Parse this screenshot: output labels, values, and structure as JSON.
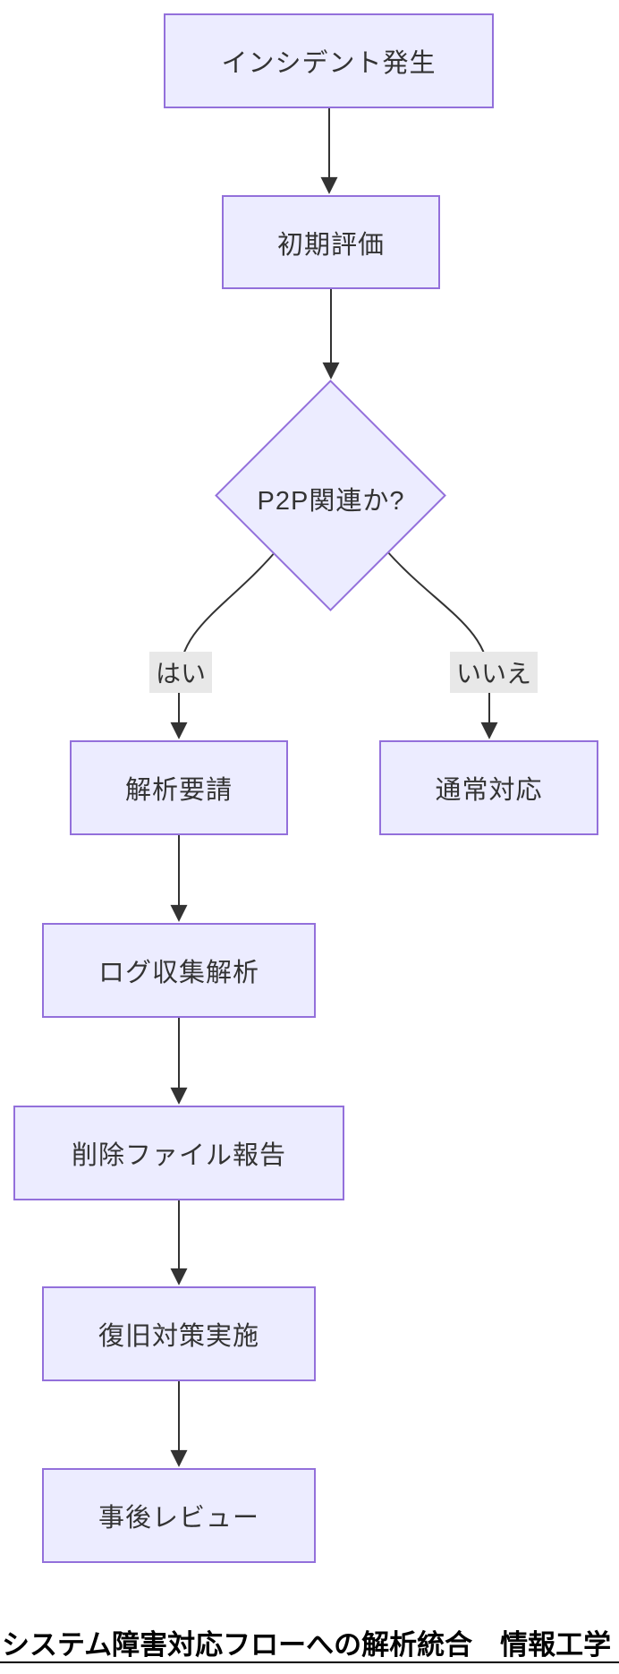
{
  "diagram": {
    "type": "flowchart",
    "direction": "top-down",
    "nodes": [
      {
        "id": "incident",
        "shape": "rect",
        "label": "インシデント発生"
      },
      {
        "id": "initial",
        "shape": "rect",
        "label": "初期評価"
      },
      {
        "id": "decision",
        "shape": "diamond",
        "label": "P2P関連か?"
      },
      {
        "id": "analysis",
        "shape": "rect",
        "label": "解析要請"
      },
      {
        "id": "normal",
        "shape": "rect",
        "label": "通常対応"
      },
      {
        "id": "log",
        "shape": "rect",
        "label": "ログ収集解析"
      },
      {
        "id": "deleted",
        "shape": "rect",
        "label": "削除ファイル報告"
      },
      {
        "id": "recovery",
        "shape": "rect",
        "label": "復旧対策実施"
      },
      {
        "id": "review",
        "shape": "rect",
        "label": "事後レビュー"
      }
    ],
    "edges": [
      {
        "from": "incident",
        "to": "initial",
        "label": ""
      },
      {
        "from": "initial",
        "to": "decision",
        "label": ""
      },
      {
        "from": "decision",
        "to": "analysis",
        "label": "はい"
      },
      {
        "from": "decision",
        "to": "normal",
        "label": "いいえ"
      },
      {
        "from": "analysis",
        "to": "log",
        "label": ""
      },
      {
        "from": "log",
        "to": "deleted",
        "label": ""
      },
      {
        "from": "deleted",
        "to": "recovery",
        "label": ""
      },
      {
        "from": "recovery",
        "to": "review",
        "label": ""
      }
    ],
    "edge_labels": {
      "yes": "はい",
      "no": "いいえ"
    },
    "colors": {
      "node_fill": "#ECECFF",
      "node_border": "#9370DB",
      "edge_stroke": "#333333",
      "edge_label_bg": "#e8e8e8",
      "node_text": "#333333",
      "footer_text": "#000000"
    }
  },
  "footer": {
    "caption": "システム障害対応フローへの解析統合　情報工学"
  }
}
